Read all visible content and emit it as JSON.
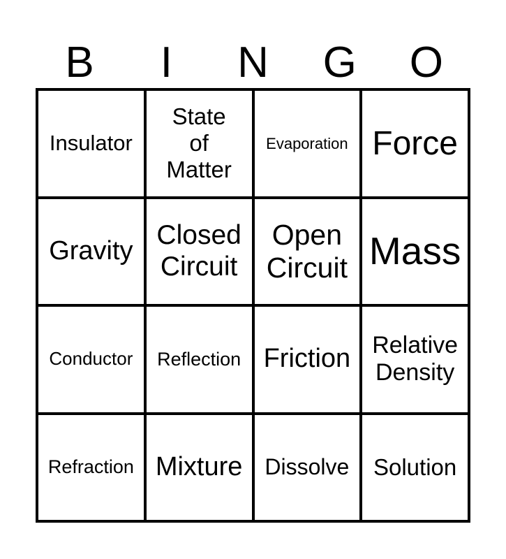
{
  "header": [
    "B",
    "I",
    "N",
    "G",
    "O"
  ],
  "cells": [
    {
      "text": "Insulator",
      "size": 31
    },
    {
      "text": "State of Matter",
      "size": 33,
      "narrow": true
    },
    {
      "text": "Evaporation",
      "size": 22
    },
    {
      "text": "Force",
      "size": 48
    },
    {
      "text": "Gravity",
      "size": 38
    },
    {
      "text": "Closed Circuit",
      "size": 39
    },
    {
      "text": "Open Circuit",
      "size": 41
    },
    {
      "text": "Mass",
      "size": 55
    },
    {
      "text": "Conductor",
      "size": 26
    },
    {
      "text": "Reflection",
      "size": 27
    },
    {
      "text": "Friction",
      "size": 38
    },
    {
      "text": "Relative Density",
      "size": 34
    },
    {
      "text": "Refraction",
      "size": 27
    },
    {
      "text": "Mixture",
      "size": 38
    },
    {
      "text": "Dissolve",
      "size": 32
    },
    {
      "text": "Solution",
      "size": 33
    }
  ]
}
